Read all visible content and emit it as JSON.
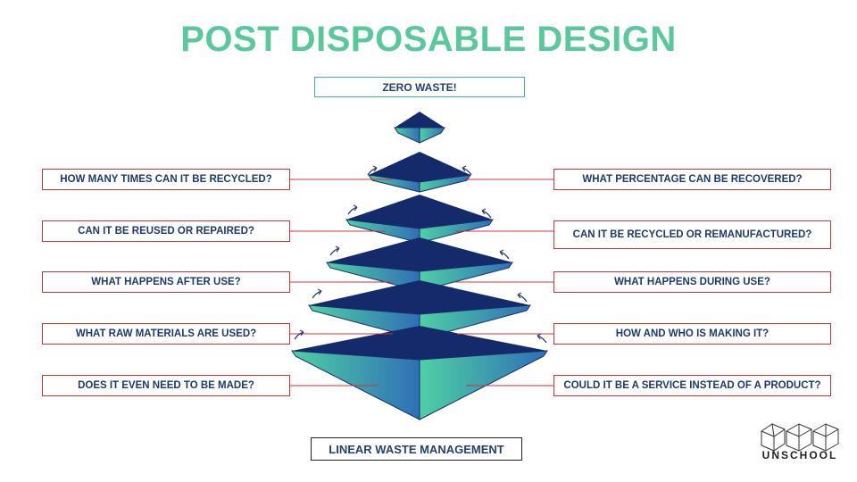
{
  "title": "POST DISPOSABLE DESIGN",
  "top_label": "ZERO WASTE!",
  "bottom_label": "LINEAR WASTE MANAGEMENT",
  "left_questions": [
    "HOW MANY TIMES CAN IT BE RECYCLED?",
    "CAN IT BE REUSED OR REPAIRED?",
    "WHAT HAPPENS AFTER USE?",
    "WHAT RAW MATERIALS ARE USED?",
    "DOES IT EVEN NEED TO BE MADE?"
  ],
  "right_questions": [
    "WHAT PERCENTAGE CAN BE RECOVERED?",
    "CAN IT BE RECYCLED OR REMANUFACTURED?",
    "WHAT HAPPENS DURING USE?",
    "HOW AND WHO IS MAKING IT?",
    "COULD IT BE A SERVICE INSTEAD OF A PRODUCT?"
  ],
  "logo_text": "UNSCHOOL",
  "colors": {
    "title": "#5cc79c",
    "box_border": "#c8343c",
    "text": "#1f3a68",
    "pyramid_top_face": "#142a6b",
    "pyramid_green": "#4fd0a4",
    "pyramid_blue": "#2f6fb6"
  },
  "icons": {
    "logo": "geodesic-hexagon-logo",
    "arrows": "curved-arrow-icon"
  }
}
